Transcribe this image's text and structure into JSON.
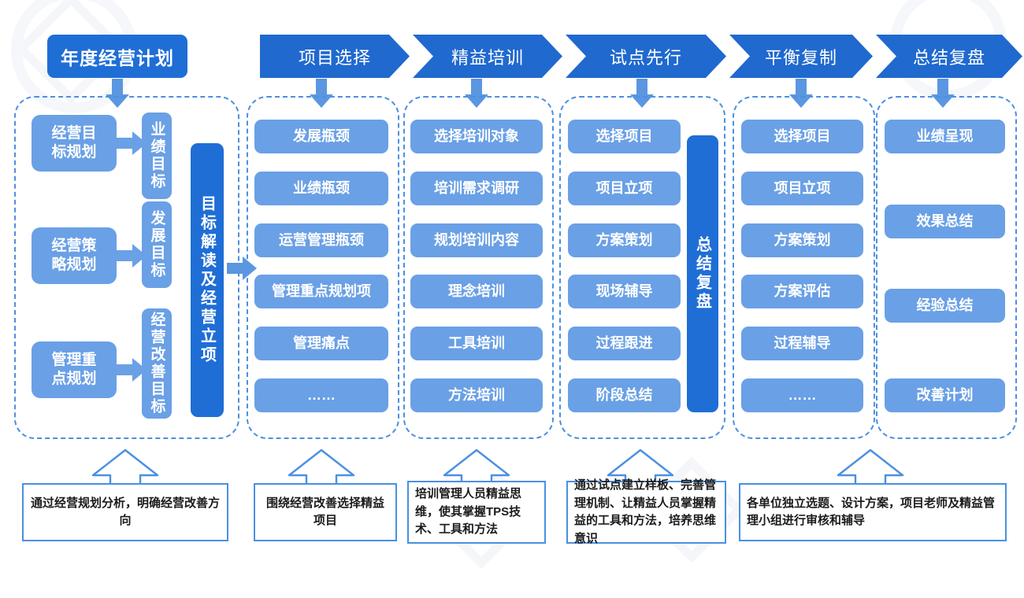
{
  "start": {
    "label": "年度经营计划"
  },
  "phases": [
    {
      "label": "项目选择"
    },
    {
      "label": "精益培训"
    },
    {
      "label": "试点先行"
    },
    {
      "label": "平衡复制"
    },
    {
      "label": "总结复盘"
    }
  ],
  "columns": [
    {
      "id": "col-annual-plan",
      "pairs": [
        {
          "plan": "经营目\n标规划",
          "target": "业绩目标"
        },
        {
          "plan": "经营策\n略规划",
          "target": "发展目标"
        },
        {
          "plan": "管理重\n点规划",
          "target": "经营改善目标"
        }
      ],
      "bar": "目标解读及经营立项"
    },
    {
      "id": "col-project-selection",
      "items": [
        "发展瓶颈",
        "业绩瓶颈",
        "运营管理瓶颈",
        "管理重点规划项",
        "管理痛点",
        "……"
      ]
    },
    {
      "id": "col-lean-training",
      "items": [
        "选择培训对象",
        "培训需求调研",
        "规划培训内容",
        "理念培训",
        "工具培训",
        "方法培训"
      ]
    },
    {
      "id": "col-pilot-first",
      "items": [
        "选择项目",
        "项目立项",
        "方案策划",
        "现场辅导",
        "过程跟进",
        "阶段总结"
      ],
      "bar": "总结复盘"
    },
    {
      "id": "col-balanced-replication",
      "items": [
        "选择项目",
        "项目立项",
        "方案策划",
        "方案评估",
        "过程辅导",
        "……"
      ]
    },
    {
      "id": "col-summary-review",
      "items": [
        "业绩呈现",
        "效果总结",
        "经验总结",
        "改善计划"
      ]
    }
  ],
  "notes": [
    {
      "id": "note-1",
      "text": "通过经营规划分析，明确经营改善方向"
    },
    {
      "id": "note-2",
      "text": "围绕经营改善选择精益项目"
    },
    {
      "id": "note-3",
      "text": "培训管理人员精益思维，使其掌握TPS技术、工具和方法"
    },
    {
      "id": "note-4",
      "text": "通过试点建立样板、完善管理机制、让精益人员掌握精益的工具和方法，培养思维意识"
    },
    {
      "id": "note-5",
      "text": "各单位独立选题、设计方案，项目老师及精益管理小组进行审核和辅导"
    }
  ],
  "colors": {
    "header_blue": "#2069ce",
    "start_blue": "#1f6ed6",
    "card_blue": "#6aa0e5",
    "bar_blue": "#1f6ed6",
    "dashed_border": "#4a90e2",
    "note_border": "#4a90e2",
    "background": "#ffffff"
  }
}
